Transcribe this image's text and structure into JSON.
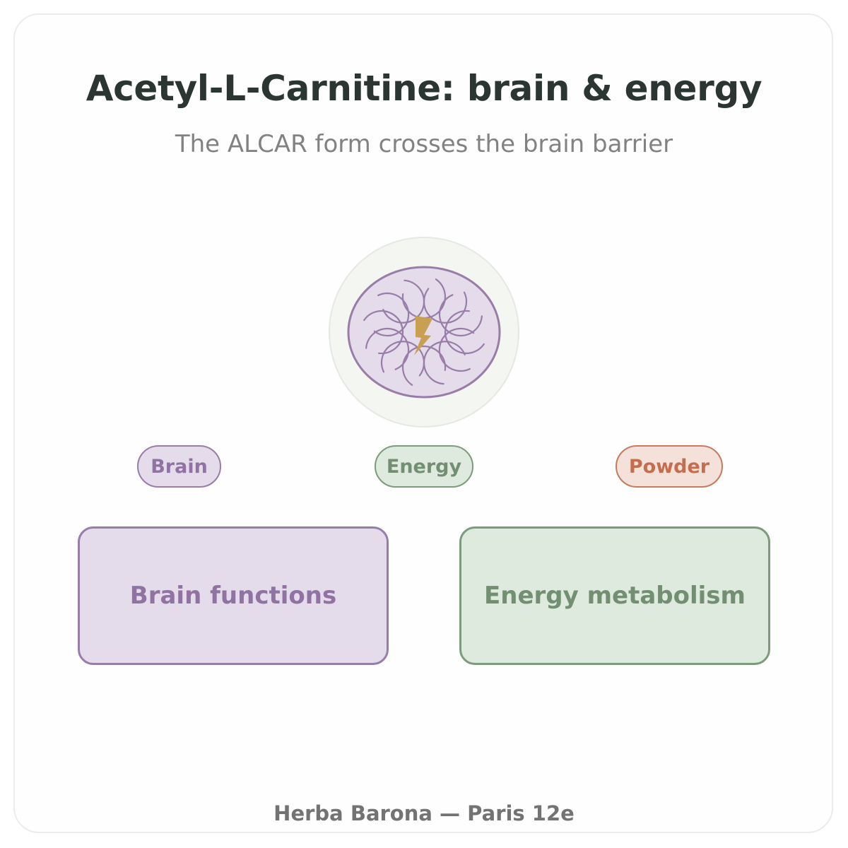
{
  "header": {
    "title": "Acetyl-L-Carnitine: brain & energy",
    "subtitle": "The ALCAR form crosses the brain barrier"
  },
  "emblem": {
    "icon": "brain-lightning-icon",
    "colors": {
      "brain_fill": "#e4dcea",
      "brain_stroke": "#9a7ca9",
      "bolt": "#c9a052",
      "halo": "#f4f6f2"
    }
  },
  "tags": [
    {
      "label": "Brain"
    },
    {
      "label": "Energy"
    },
    {
      "label": "Powder"
    }
  ],
  "boxes": [
    {
      "label": "Brain functions"
    },
    {
      "label": "Energy metabolism"
    }
  ],
  "footer": {
    "text": "Herba Barona — Paris 12e"
  },
  "colors": {
    "brain": "#9a7ca9",
    "energy": "#7b9b7b",
    "powder": "#c97a5c",
    "title": "#2b3532"
  }
}
